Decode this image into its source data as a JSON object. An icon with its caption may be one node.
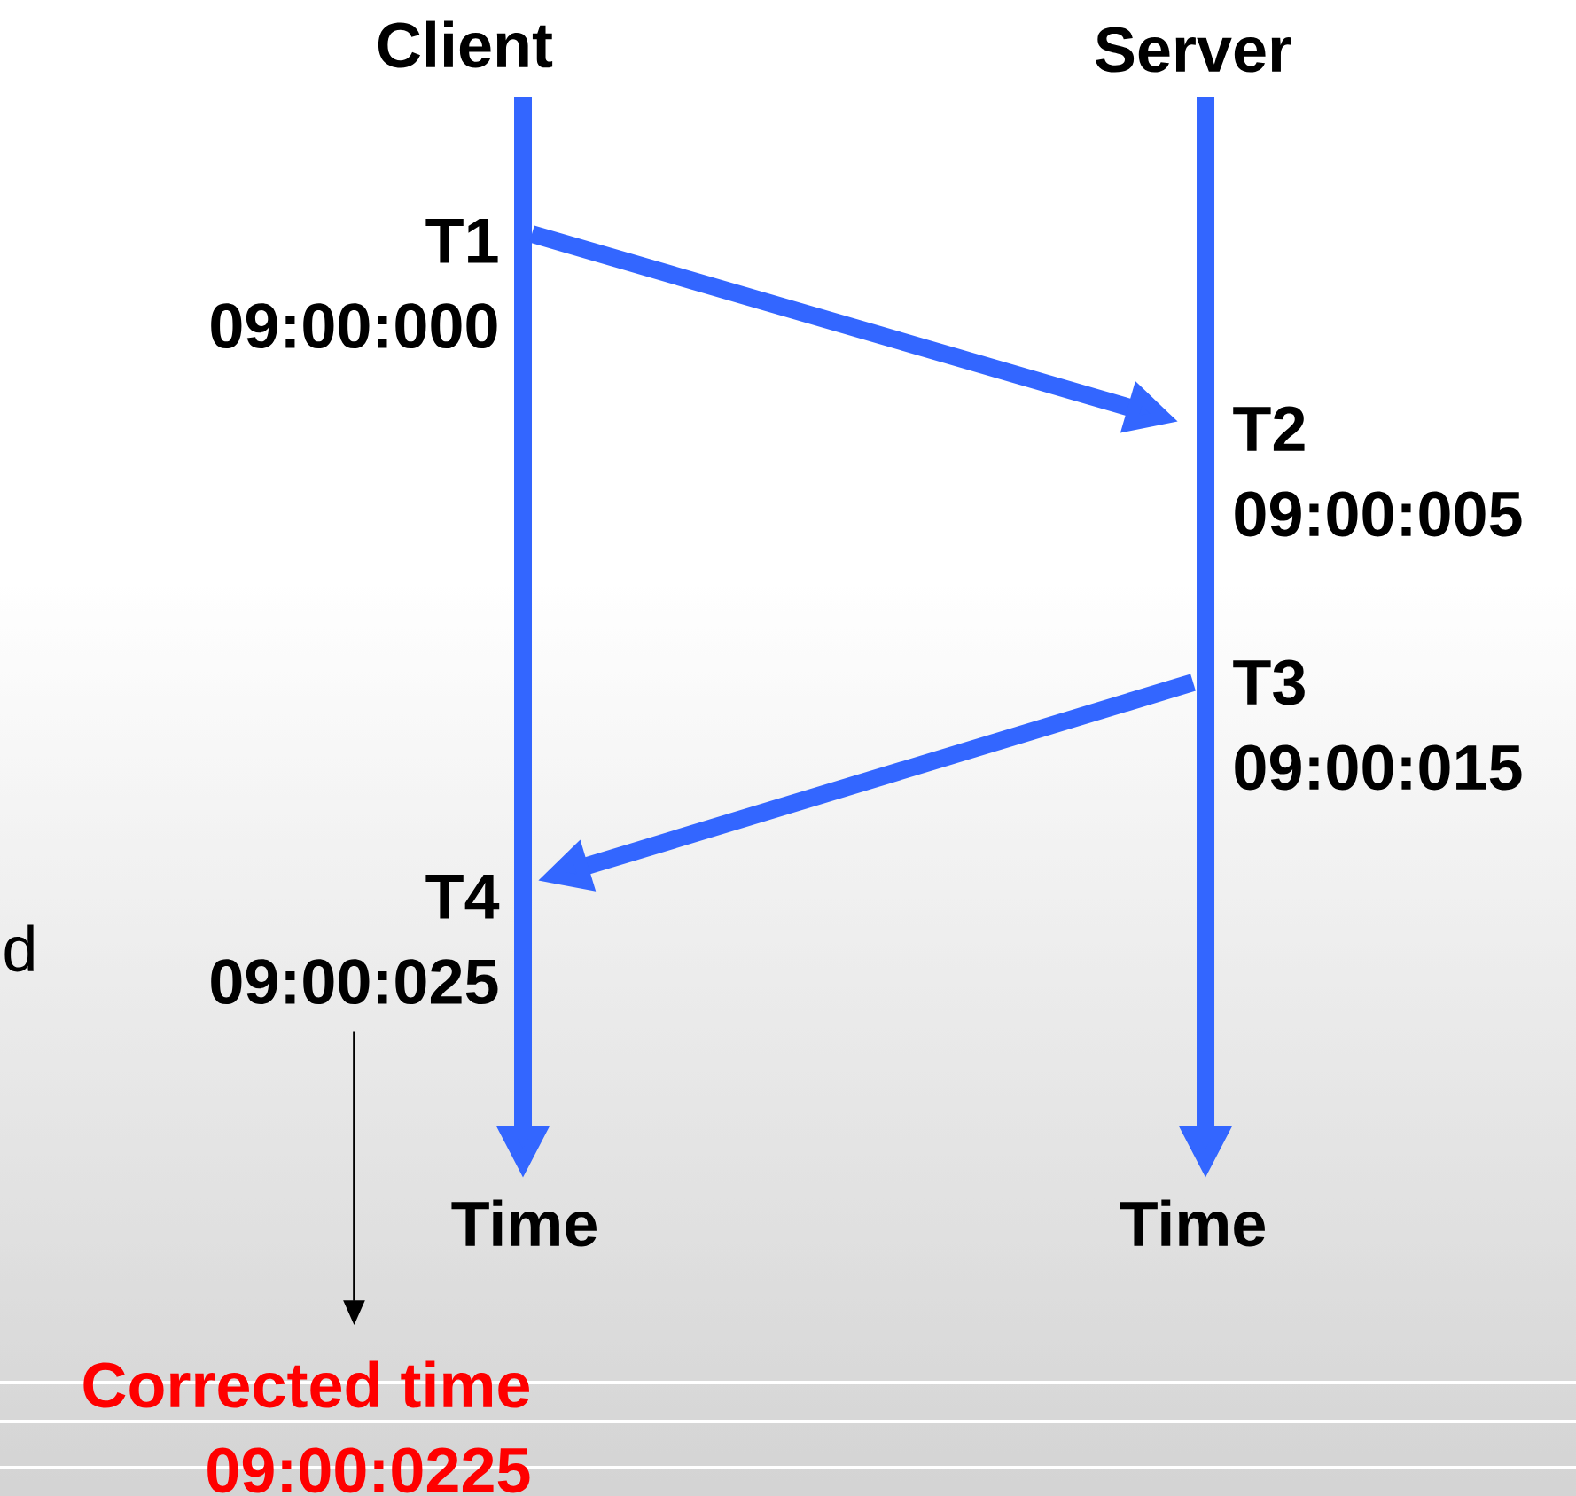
{
  "diagram": {
    "nodes": [
      {
        "text": [
          "T1",
          "09:00:000"
        ]
      },
      {
        "text": [
          "T2",
          "09:00:005"
        ]
      },
      {
        "text": [
          "T3",
          "09:00:015"
        ]
      },
      {
        "text": [
          "T4",
          "09:00:025"
        ]
      },
      {
        "text": [
          "Corrected time",
          "09:00:0225"
        ]
      }
    ],
    "edges": [
      {
        "from": 0,
        "to": 1,
        "arrow": "to"
      },
      {
        "from": 2,
        "to": 3,
        "arrow": "to"
      },
      {
        "from": 3,
        "to": 4,
        "arrow": "to",
        "color": "#000000"
      }
    ],
    "labels": [
      "Client",
      "Server",
      "d",
      "Time",
      "Time"
    ]
  }
}
